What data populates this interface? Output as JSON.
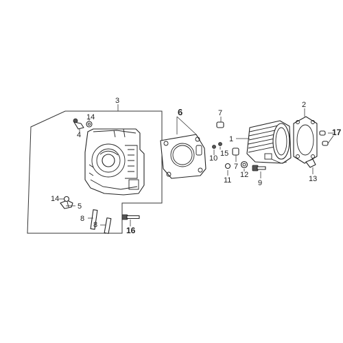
{
  "diagram": {
    "callouts": {
      "c1": "1",
      "c2": "2",
      "c3": "3",
      "c4": "4",
      "c5": "5",
      "c6": "6",
      "c7a": "7",
      "c7b": "7",
      "c8a": "8",
      "c8b": "8",
      "c9": "9",
      "c10": "10",
      "c11": "11",
      "c12": "12",
      "c13": "13",
      "c14a": "14",
      "c14b": "14",
      "c15": "15",
      "c16": "16",
      "c17": "17"
    }
  }
}
